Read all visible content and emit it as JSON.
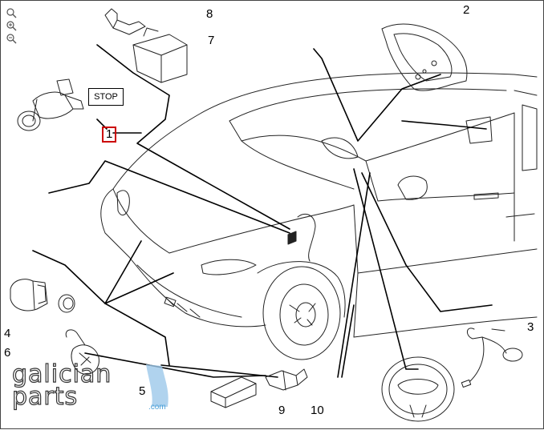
{
  "diagram": {
    "stop_label": "STOP",
    "callouts": [
      {
        "id": "1",
        "label": "1",
        "selected": true
      },
      {
        "id": "2",
        "label": "2",
        "selected": false
      },
      {
        "id": "3",
        "label": "3",
        "selected": false
      },
      {
        "id": "4",
        "label": "4",
        "selected": false
      },
      {
        "id": "5",
        "label": "5",
        "selected": false
      },
      {
        "id": "6",
        "label": "6",
        "selected": false
      },
      {
        "id": "7",
        "label": "7",
        "selected": false
      },
      {
        "id": "8",
        "label": "8",
        "selected": false
      },
      {
        "id": "9",
        "label": "9",
        "selected": false
      },
      {
        "id": "10",
        "label": "10",
        "selected": false
      }
    ]
  },
  "toolbar": {
    "icons": [
      "magnify-icon",
      "zoom-in-icon",
      "zoom-out-icon"
    ]
  },
  "watermark": {
    "line1": "galician",
    "line2": "parts",
    "suffix": ".com",
    "accent_color": "#4aa0d8"
  }
}
